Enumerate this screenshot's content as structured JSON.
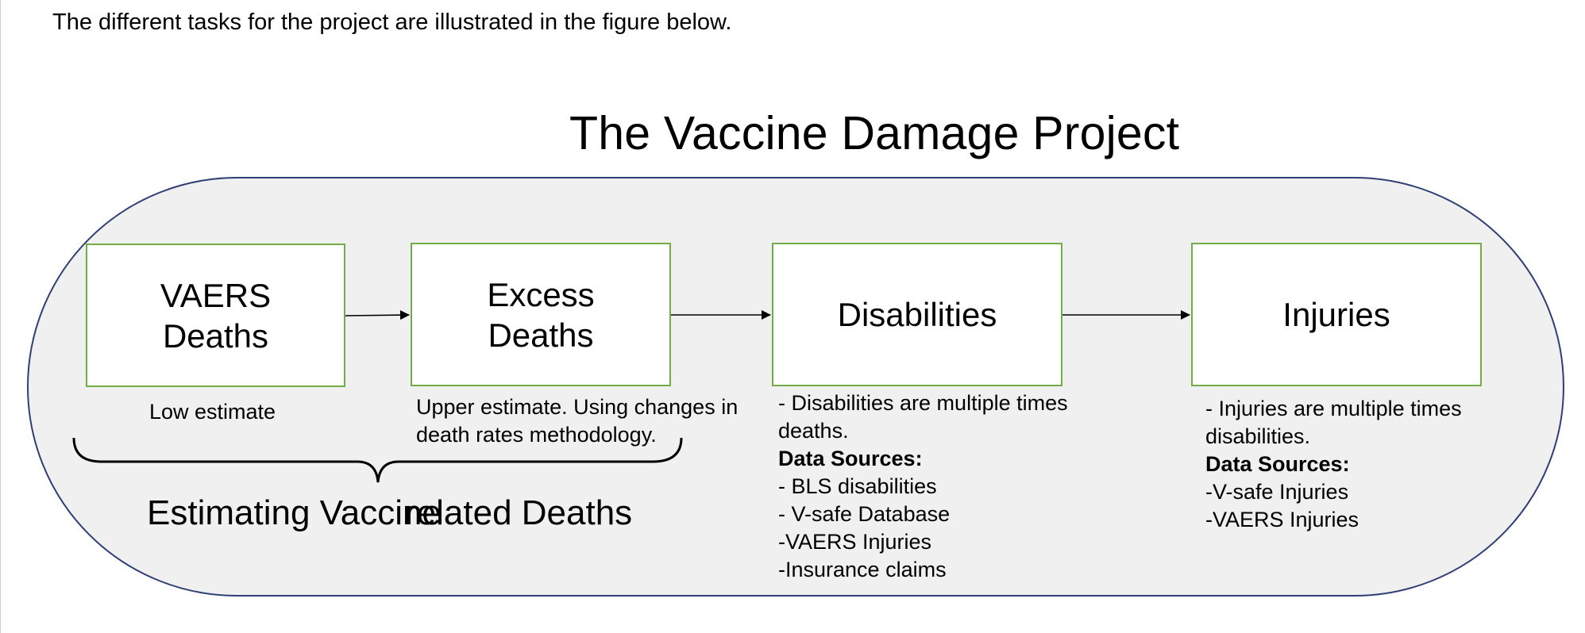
{
  "intro_text": "The different tasks for the project are illustrated in the figure below.",
  "diagram": {
    "title": "The Vaccine Damage Project",
    "boxes": [
      {
        "id": "vaers_deaths",
        "lines": [
          "VAERS",
          "Deaths"
        ]
      },
      {
        "id": "excess_deaths",
        "lines": [
          "Excess",
          "Deaths"
        ]
      },
      {
        "id": "disabilities",
        "lines": [
          "Disabilities"
        ]
      },
      {
        "id": "injuries",
        "lines": [
          "Injuries"
        ]
      }
    ],
    "notes": {
      "vaers_deaths": [
        "Low estimate"
      ],
      "excess_deaths": [
        "Upper estimate. Using changes in",
        "death rates methodology."
      ],
      "disabilities": {
        "summary": [
          "- Disabilities are multiple times",
          "deaths."
        ],
        "heading": "Data Sources:",
        "sources": [
          "- BLS disabilities",
          "- V-safe Database",
          "-VAERS Injuries",
          "-Insurance claims"
        ]
      },
      "injuries": {
        "summary": [
          "- Injuries are multiple times",
          "disabilities."
        ],
        "heading": "Data Sources:",
        "sources": [
          "-V-safe Injuries",
          "-VAERS Injuries"
        ]
      }
    },
    "brace_caption": {
      "part1": "Estimating Vaccine",
      "part2": "related Deaths"
    },
    "colors": {
      "container_border": "#2f3f74",
      "container_fill": "#f0f0f0",
      "box_border": "#70ad47",
      "box_fill": "#ffffff"
    }
  }
}
